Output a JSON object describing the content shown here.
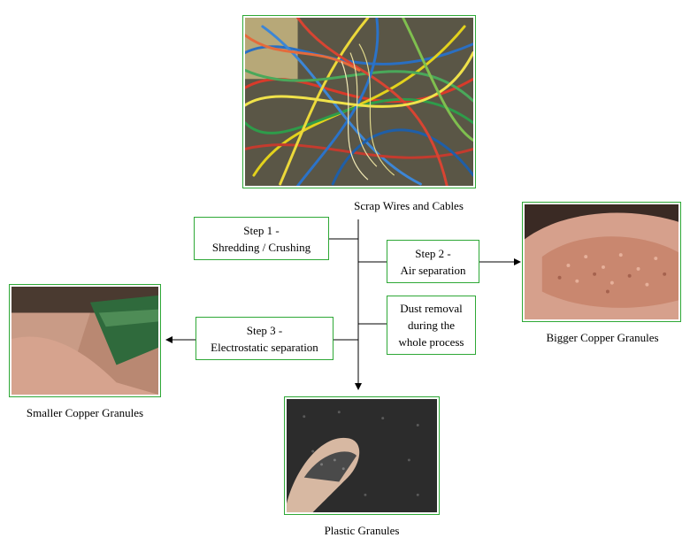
{
  "images": {
    "scrap": {
      "caption": "Scrap Wires and Cables"
    },
    "bigger": {
      "caption": "Bigger Copper Granules"
    },
    "smaller": {
      "caption": "Smaller Copper Granules"
    },
    "plastic": {
      "caption": "Plastic Granules"
    }
  },
  "steps": {
    "step1": {
      "line1": "Step 1 -",
      "line2": "Shredding / Crushing"
    },
    "step2": {
      "line1": "Step 2 -",
      "line2": "Air separation"
    },
    "step3": {
      "line1": "Step 3 -",
      "line2": "Electrostatic separation"
    },
    "dust": {
      "line1": "Dust removal",
      "line2": "during the",
      "line3": "whole process"
    }
  },
  "colors": {
    "frame": "#2ea836",
    "copper": "#c8836c",
    "plastic": "#3a3a3a"
  }
}
